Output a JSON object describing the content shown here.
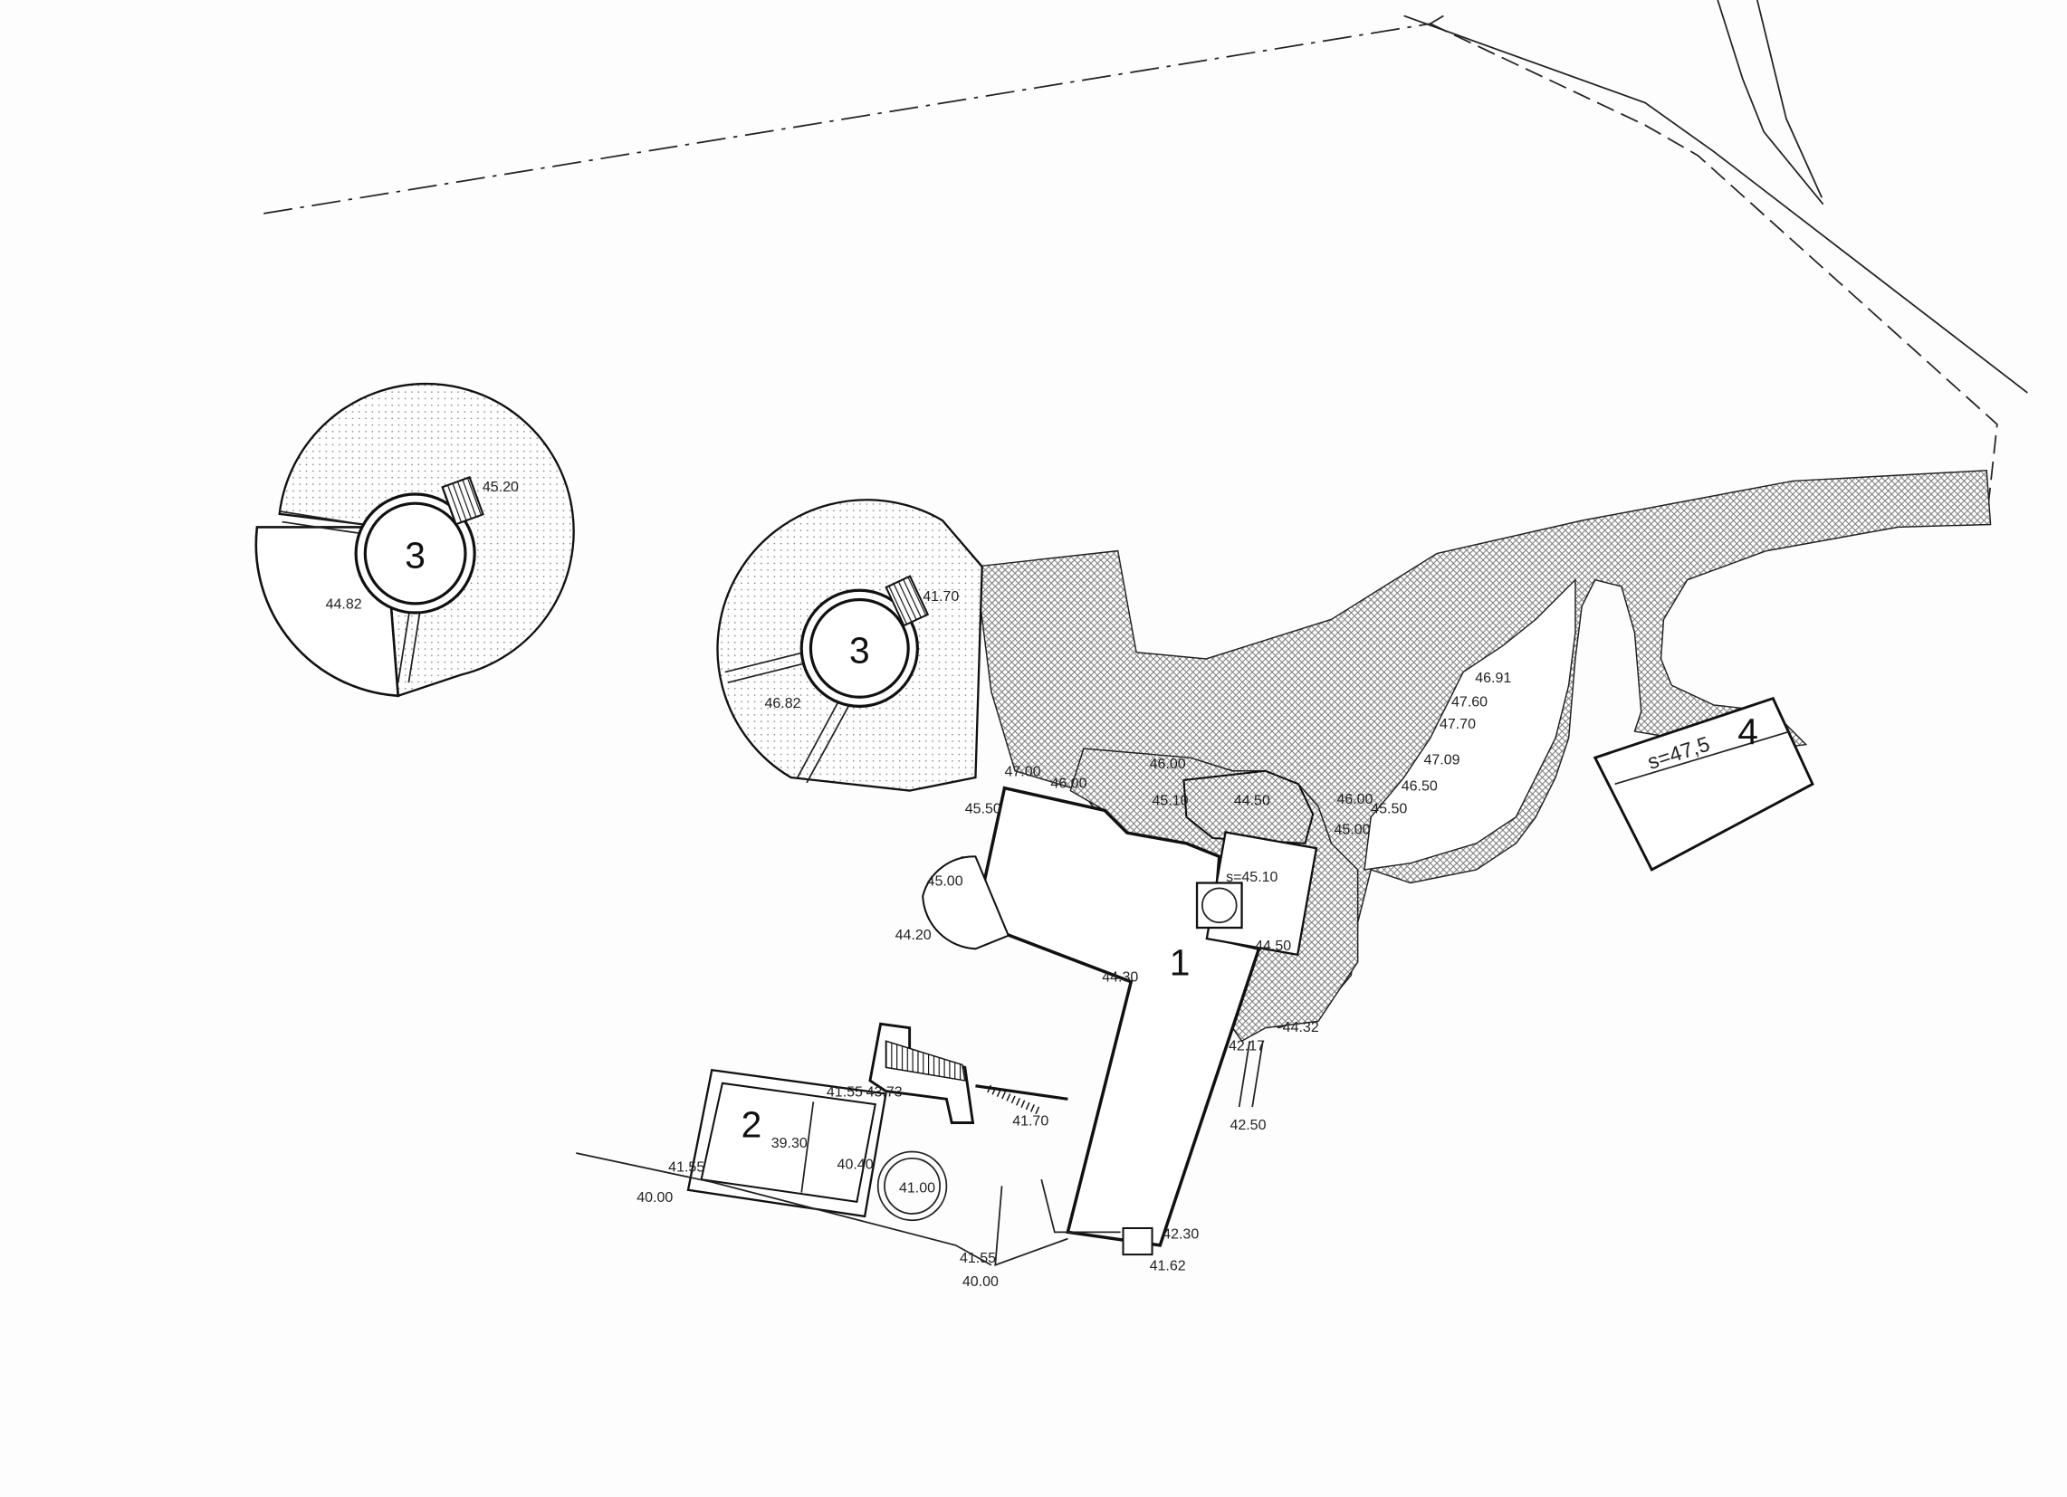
{
  "building_labels": {
    "main_house": "1",
    "pool": "2",
    "pavilion_left": "3",
    "pavilion_right": "3",
    "annex": "4"
  },
  "elevations": {
    "pavilion_left_stair": "45.20",
    "pavilion_left_floor": "44.82",
    "pavilion_right_stair": "41.70",
    "pavilion_right_floor": "46.82",
    "terrace_top_a": "47.00",
    "terrace_top_b": "46.00",
    "terrace_top_c": "46.00",
    "terrace_mid_a": "45.10",
    "terrace_mid_b": "44.50",
    "terrace_right_a": "46.00",
    "terrace_right_b": "45.50",
    "terrace_right_c": "45.00",
    "path_a": "46.91",
    "path_b": "47.60",
    "path_c": "47.70",
    "path_d": "47.09",
    "path_e": "46.50",
    "house_corner": "45.50",
    "round_terrace_top": "45.00",
    "round_terrace_bottom": "44.20",
    "house_inner": "44.30",
    "house_level": "s=45.10",
    "house_side": "44.50",
    "stair_right_top": "44.32",
    "stair_right_mid": "42.17",
    "stair_right_bottom": "42.50",
    "house_bottom": "42.30",
    "entry": "41.62",
    "stair_left": "43.73",
    "stair_left_bottom": "41.70",
    "pool_corner": "41.55",
    "pool_inner_a": "39.30",
    "pool_inner_b": "40.40",
    "round_pool": "41.00",
    "pool_edge_left": "41.55",
    "ground_left": "40.00",
    "ground_bottom_a": "41.55",
    "ground_bottom_b": "40.00",
    "annex_level": "s=47,5"
  },
  "colors": {
    "line": "#111111",
    "hatch": "#7a7a7a",
    "dots": "#8a8a8a",
    "paper": "#fdfdfd"
  }
}
